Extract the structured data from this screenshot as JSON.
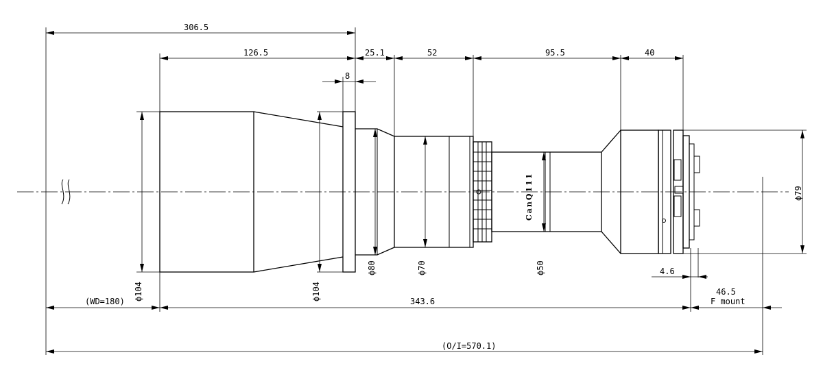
{
  "dimensions": {
    "top_overall": "306.5",
    "hood_length": "126.5",
    "flange_width": "8",
    "seg_1": "25.1",
    "seg_2": "52",
    "seg_3": "95.5",
    "seg_4": "40",
    "dia_hood": "104",
    "dia_flange": "104",
    "dia_1": "80",
    "dia_2": "70",
    "dia_3": "50",
    "dia_rear": "79",
    "mount_offset": "4.6",
    "mount_flange_back": "46.5",
    "mount_name": "F mount",
    "working_distance": "(WD=180)",
    "body_length": "343.6",
    "object_to_image": "(O/I=570.1)"
  },
  "symbols": {
    "diameter": "ϕ"
  },
  "brand": "CanQ111"
}
